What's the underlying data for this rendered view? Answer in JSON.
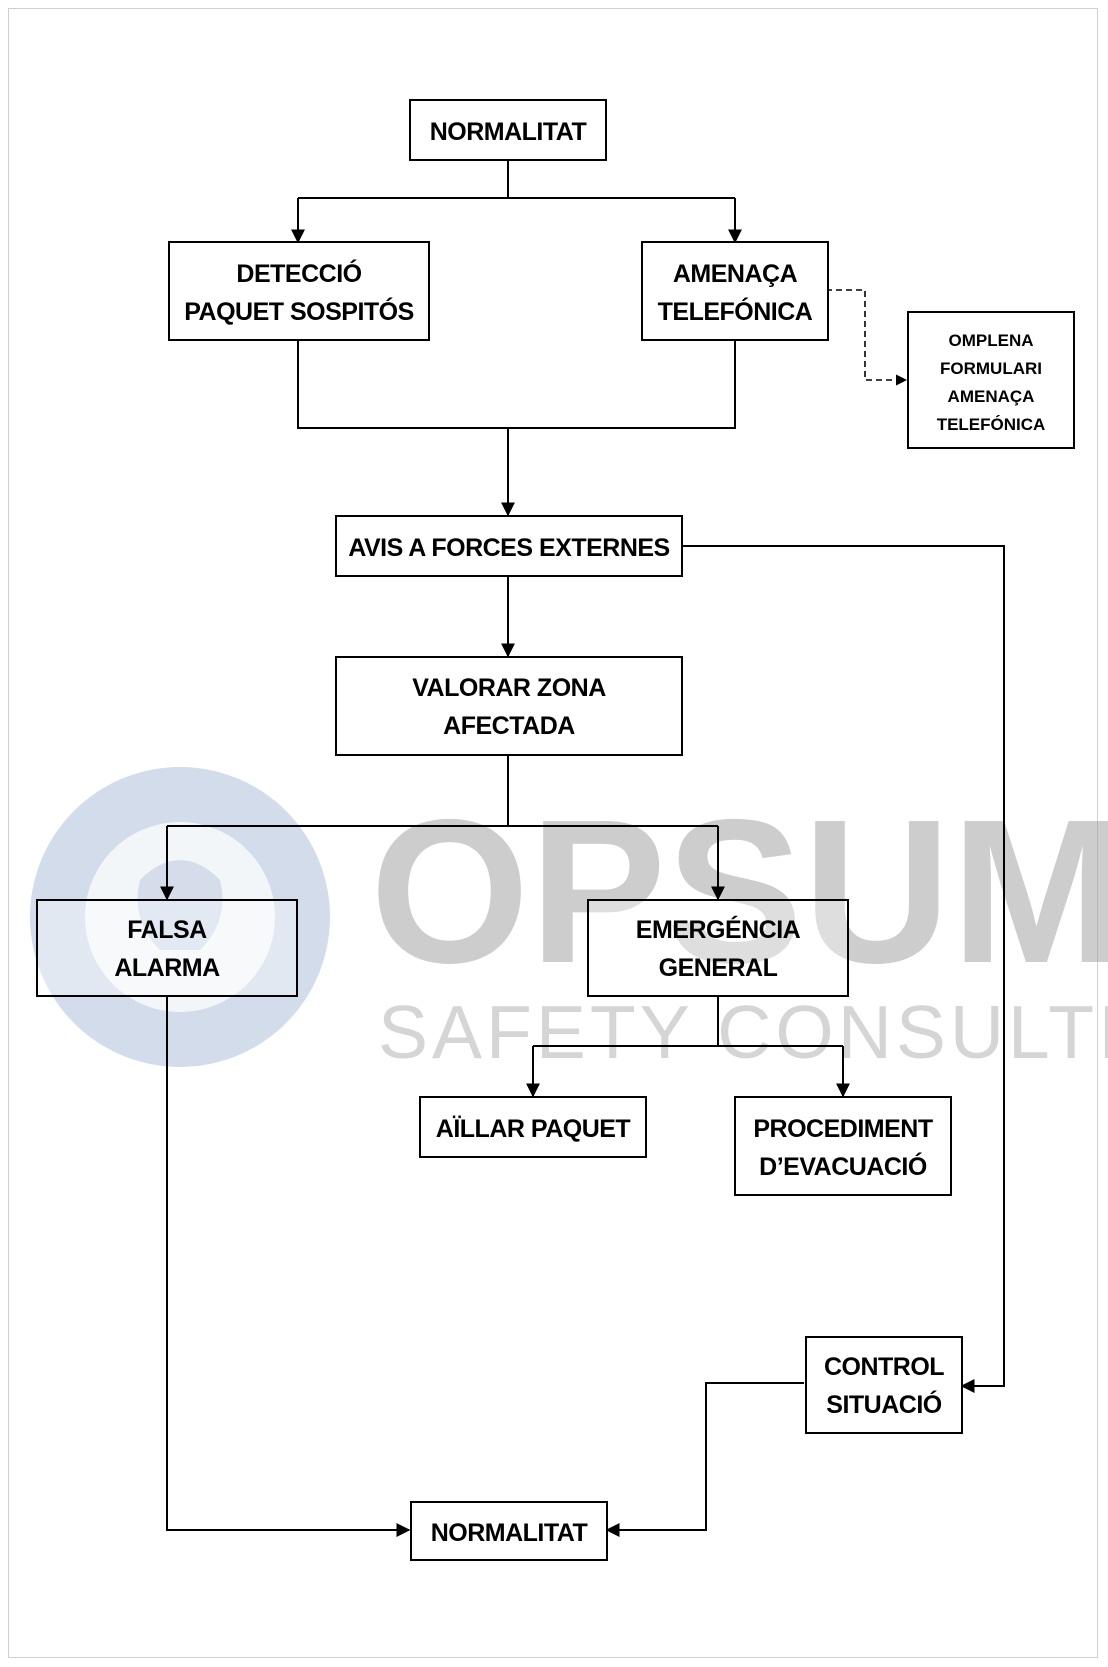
{
  "watermark": {
    "brand": "OPSUM",
    "tagline": "SAFETY CONSULTING",
    "circle_color": "#b3c3dc",
    "text_color": "#a6a6a6"
  },
  "nodes": {
    "normalitat_top": [
      "NORMALITAT"
    ],
    "deteccio": [
      "DETECCIÓ",
      "PAQUET SOSPITÓS"
    ],
    "amenaca": [
      "AMENAÇA",
      "TELEFÓNICA"
    ],
    "formulari": [
      "OMPLENA",
      "FORMULARI",
      "AMENAÇA",
      "TELEFÓNICA"
    ],
    "avis": [
      "AVIS A FORCES EXTERNES"
    ],
    "valorar": [
      "VALORAR ZONA",
      "AFECTADA"
    ],
    "falsa": [
      "FALSA",
      "ALARMA"
    ],
    "emergencia": [
      "EMERGÉNCIA",
      "GENERAL"
    ],
    "aillar": [
      "AÏLLAR PAQUET"
    ],
    "procediment": [
      "PROCEDIMENT",
      "D’EVACUACIÓ"
    ],
    "control": [
      "CONTROL",
      "SITUACIÓ"
    ],
    "normalitat_bottom": [
      "NORMALITAT"
    ]
  },
  "colors": {
    "line": "#000000",
    "box_fill": "#ffffff"
  }
}
